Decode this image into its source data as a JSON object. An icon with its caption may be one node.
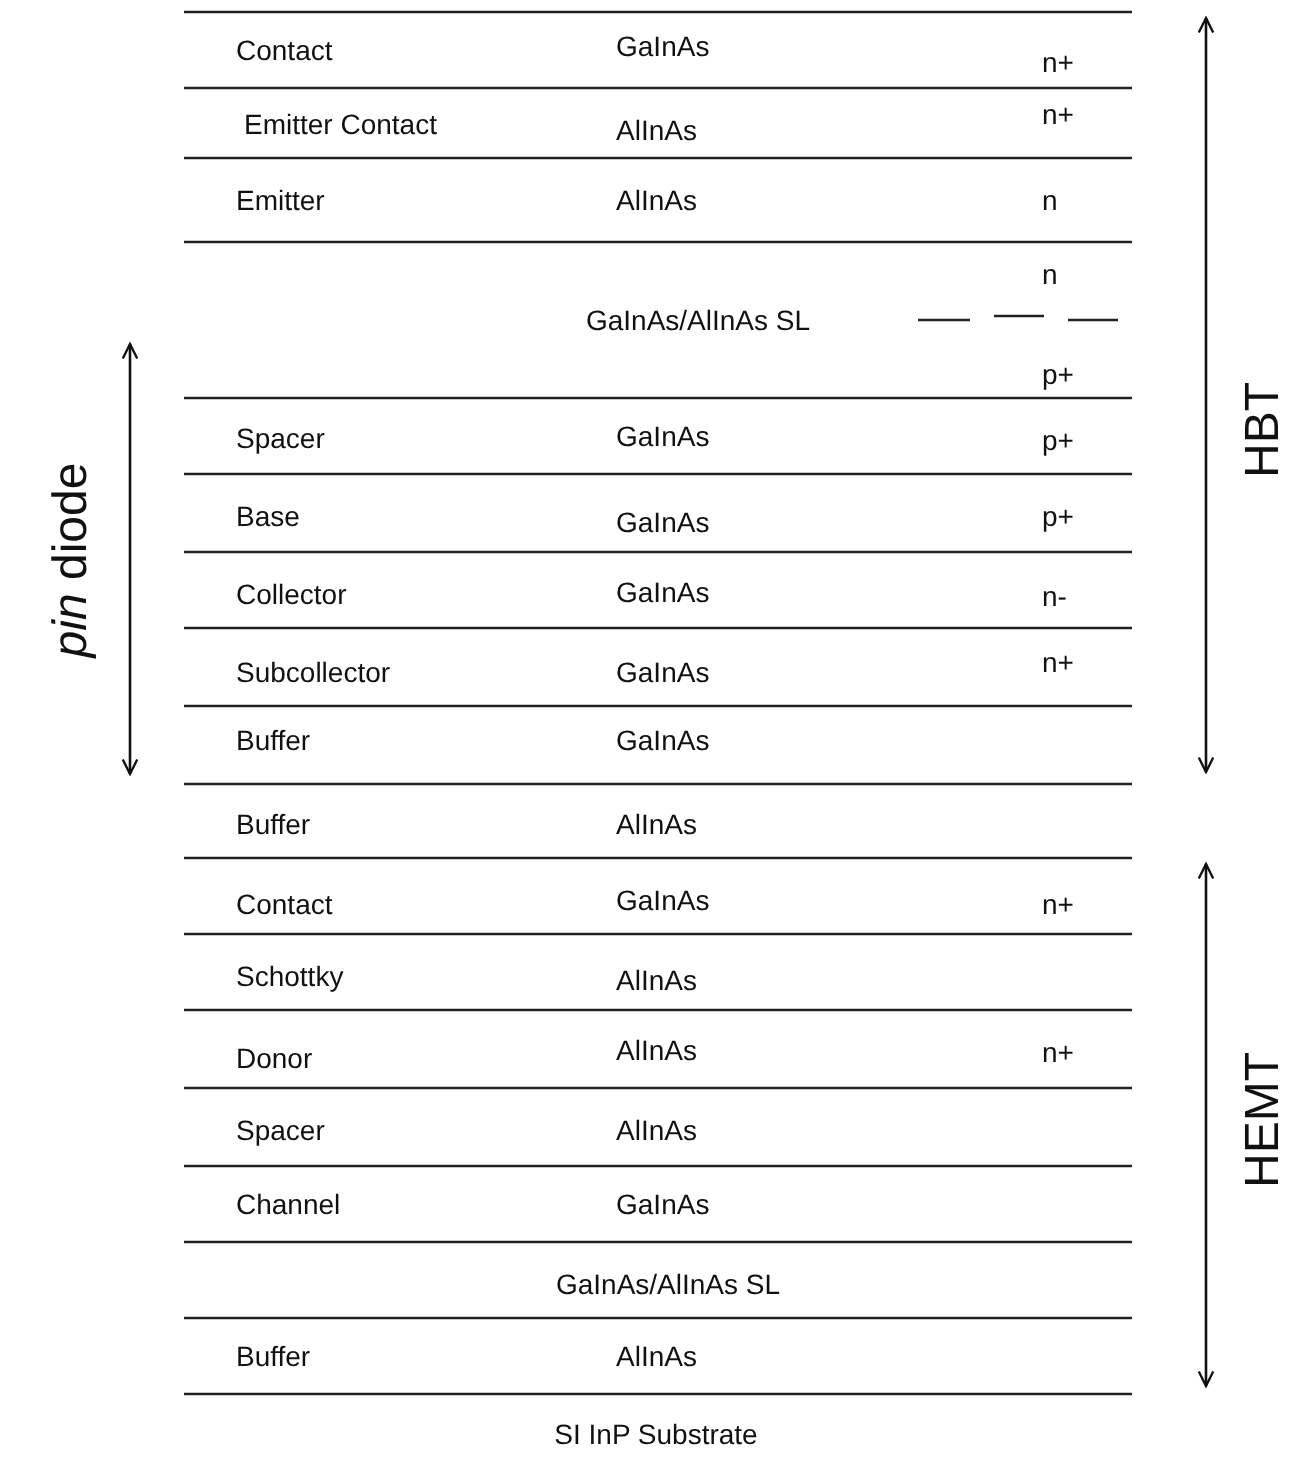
{
  "diagram": {
    "labels": [
      "Contact",
      "GaInAs",
      "n+",
      "Emitter Contact",
      "AlInAs",
      "n+",
      "Emitter",
      "AlInAs",
      "n",
      "n",
      "GaInAs/AlInAs SL",
      "p+",
      "Spacer",
      "GaInAs",
      "p+",
      "Base",
      "GaInAs",
      "p+",
      "Collector",
      "GaInAs",
      "n-",
      "Subcollector",
      "GaInAs",
      "n+",
      "Buffer",
      "GaInAs",
      "Buffer",
      "AlInAs",
      "Contact",
      "GaInAs",
      "n+",
      "Schottky",
      "AlInAs",
      "Donor",
      "AlInAs",
      "n+",
      "Spacer",
      "AlInAs",
      "Channel",
      "GaInAs",
      "GaInAs/AlInAs SL",
      "Buffer",
      "AlInAs",
      "SI InP Substrate",
      "*pin* diode",
      "HBT",
      "HEMT"
    ]
  }
}
